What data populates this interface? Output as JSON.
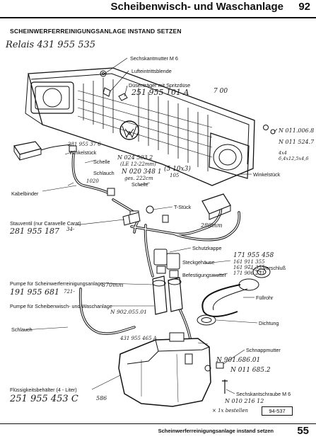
{
  "header": {
    "title": "Scheibenwisch- und Waschanlage",
    "page_number": "92"
  },
  "section_title": "SCHEINWERFERREINIGUNGSANLAGE INSTAND SETZEN",
  "handwritten": {
    "relais": "Relais 431 955 535",
    "dusentrager_part": "251 955 101 A",
    "dusentrager_extra": "7 00",
    "top_right_1": "N 011.006.8",
    "top_right_2": "N 011 524.7",
    "side_dims": "4x4",
    "side_dims_2": "6,4x12,5x4,6",
    "hose_part_1": "281 955 37 6",
    "hose_part_2": "N 024 503 2",
    "hose_size": "(LE 12-22mm)",
    "schlauch_part": "N 020 348 1",
    "schlauch_len": "ges. 222cm",
    "bracket": "(5 10x3)",
    "num_105": "105",
    "num_1020": "1020",
    "stauventil_part": "281 955 187",
    "stauventil_extra": "34-",
    "len_280": "280mm",
    "verschluss_part": "171 955 458",
    "steckgehause_1": "161 911 355",
    "steckgehause_2": "161 971 355",
    "steckgehause_3": "171 906 231",
    "pump_part": "191 955 681",
    "pump_extra": "721-",
    "len_870": "870mm",
    "pump2_part": "N 902.055.01",
    "tank_pump_part": "431 955 465 A",
    "schnapp_part": "N 901.686.01",
    "schnapp_part_2": "N 011 685.2",
    "screw_part": "N 010 216 12",
    "tank_part": "251 955 453 C",
    "tank_extra": "586",
    "note_bottom": "× 1x bestellen"
  },
  "labels": {
    "sechskantmutter": "Sechskantmutter M 6",
    "lufteintrittsblende": "Lufteintrittsblende",
    "dusentrager": "Düsenträger mit Spritzdüse",
    "winkelstuck_left": "Winkelstück",
    "schelle_1": "Schelle",
    "schlauch_1": "Schlauch",
    "schelle_2": "Schelle",
    "kabelbinder": "Kabelbinder",
    "winkelstuck_right": "Winkelstück",
    "t_stuck": "T-Stück",
    "stauventil": "Stauventil (nur Caravelle Carat)",
    "schutzkappe": "Schutzkappe",
    "verschluss": "Verschluß",
    "steckgehause": "Steckgehäuse",
    "befestigungsmutter": "Befestigungsmutter",
    "pumpe_scheinwerfer": "Pumpe für Scheinwerferreinigungsanlage",
    "pumpe_scheibenwisch": "Pumpe für Scheibenwisch- und Waschanlage",
    "fullrohr": "Füllrohr",
    "schlauch_2": "Schlauch",
    "dichtung": "Dichtung",
    "schnappmutter": "Schnappmutter",
    "flussigkeitsbehalter": "Flüssigkeitsbehälter (4 - Liter)",
    "sechskantschraube": "Sechskantschraube M 6"
  },
  "reference_code": "94-537",
  "footer": {
    "text": "Scheinwerferreinigungsanlage instand setzen",
    "page_number": "55"
  }
}
